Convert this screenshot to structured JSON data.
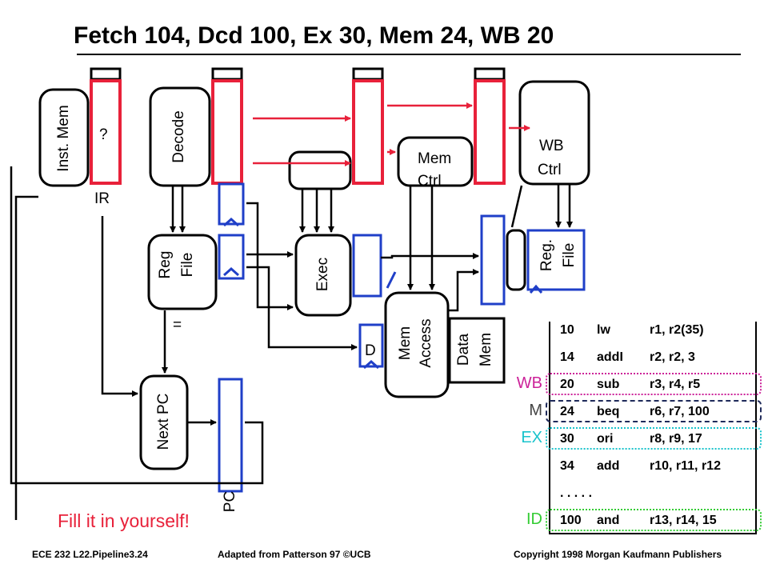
{
  "slide": {
    "title": "Fetch 104, Dcd 100, Ex 30, Mem 24, WB 20",
    "note": "Fill it in yourself!",
    "footer": {
      "left": "ECE 232 L22.Pipeline3.24",
      "center": "Adapted from Patterson 97 ©UCB",
      "right": "Copyright 1998 Morgan Kaufmann Publishers"
    }
  },
  "diagram": {
    "inst_mem": "Inst. Mem",
    "ir_value": "?",
    "ir_label": "IR",
    "decode": "Decode",
    "reg_file": [
      "Reg",
      "File"
    ],
    "equals": "=",
    "next_pc": "Next PC",
    "pc_label": "PC",
    "exec": "Exec",
    "d_label": "D",
    "mem_ctrl": [
      "Mem",
      "Ctrl"
    ],
    "mem_access": [
      "Mem",
      "Access"
    ],
    "data_mem": [
      "Data",
      "Mem"
    ],
    "wb_ctrl": [
      "WB",
      "Ctrl"
    ],
    "reg_file_wb": [
      "Reg.",
      "File"
    ]
  },
  "program": [
    {
      "addr": "10",
      "op": "lw",
      "args": "r1, r2(35)"
    },
    {
      "addr": "14",
      "op": "addI",
      "args": "r2, r2, 3"
    },
    {
      "addr": "20",
      "op": "sub",
      "args": "r3, r4, r5"
    },
    {
      "addr": "24",
      "op": "beq",
      "args": "r6, r7, 100"
    },
    {
      "addr": "30",
      "op": "ori",
      "args": "r8, r9, 17"
    },
    {
      "addr": "34",
      "op": "add",
      "args": "r10, r11, r12"
    },
    {
      "addr": ". . . . .",
      "op": "",
      "args": ""
    },
    {
      "addr": "100",
      "op": "and",
      "args": "r13, r14, 15"
    }
  ],
  "stages": [
    {
      "label": "WB",
      "row": 2,
      "color": "#cc2299"
    },
    {
      "label": "M",
      "row": 3,
      "color": "#1f2a5a"
    },
    {
      "label": "EX",
      "row": 4,
      "color": "#19c3cc"
    },
    {
      "label": "ID",
      "row": 7,
      "color": "#33cc33"
    }
  ],
  "colors": {
    "pipeline_reg_red": "#e8213a",
    "reg_blue": "#1f3fc8",
    "note_red": "#e8213a"
  }
}
